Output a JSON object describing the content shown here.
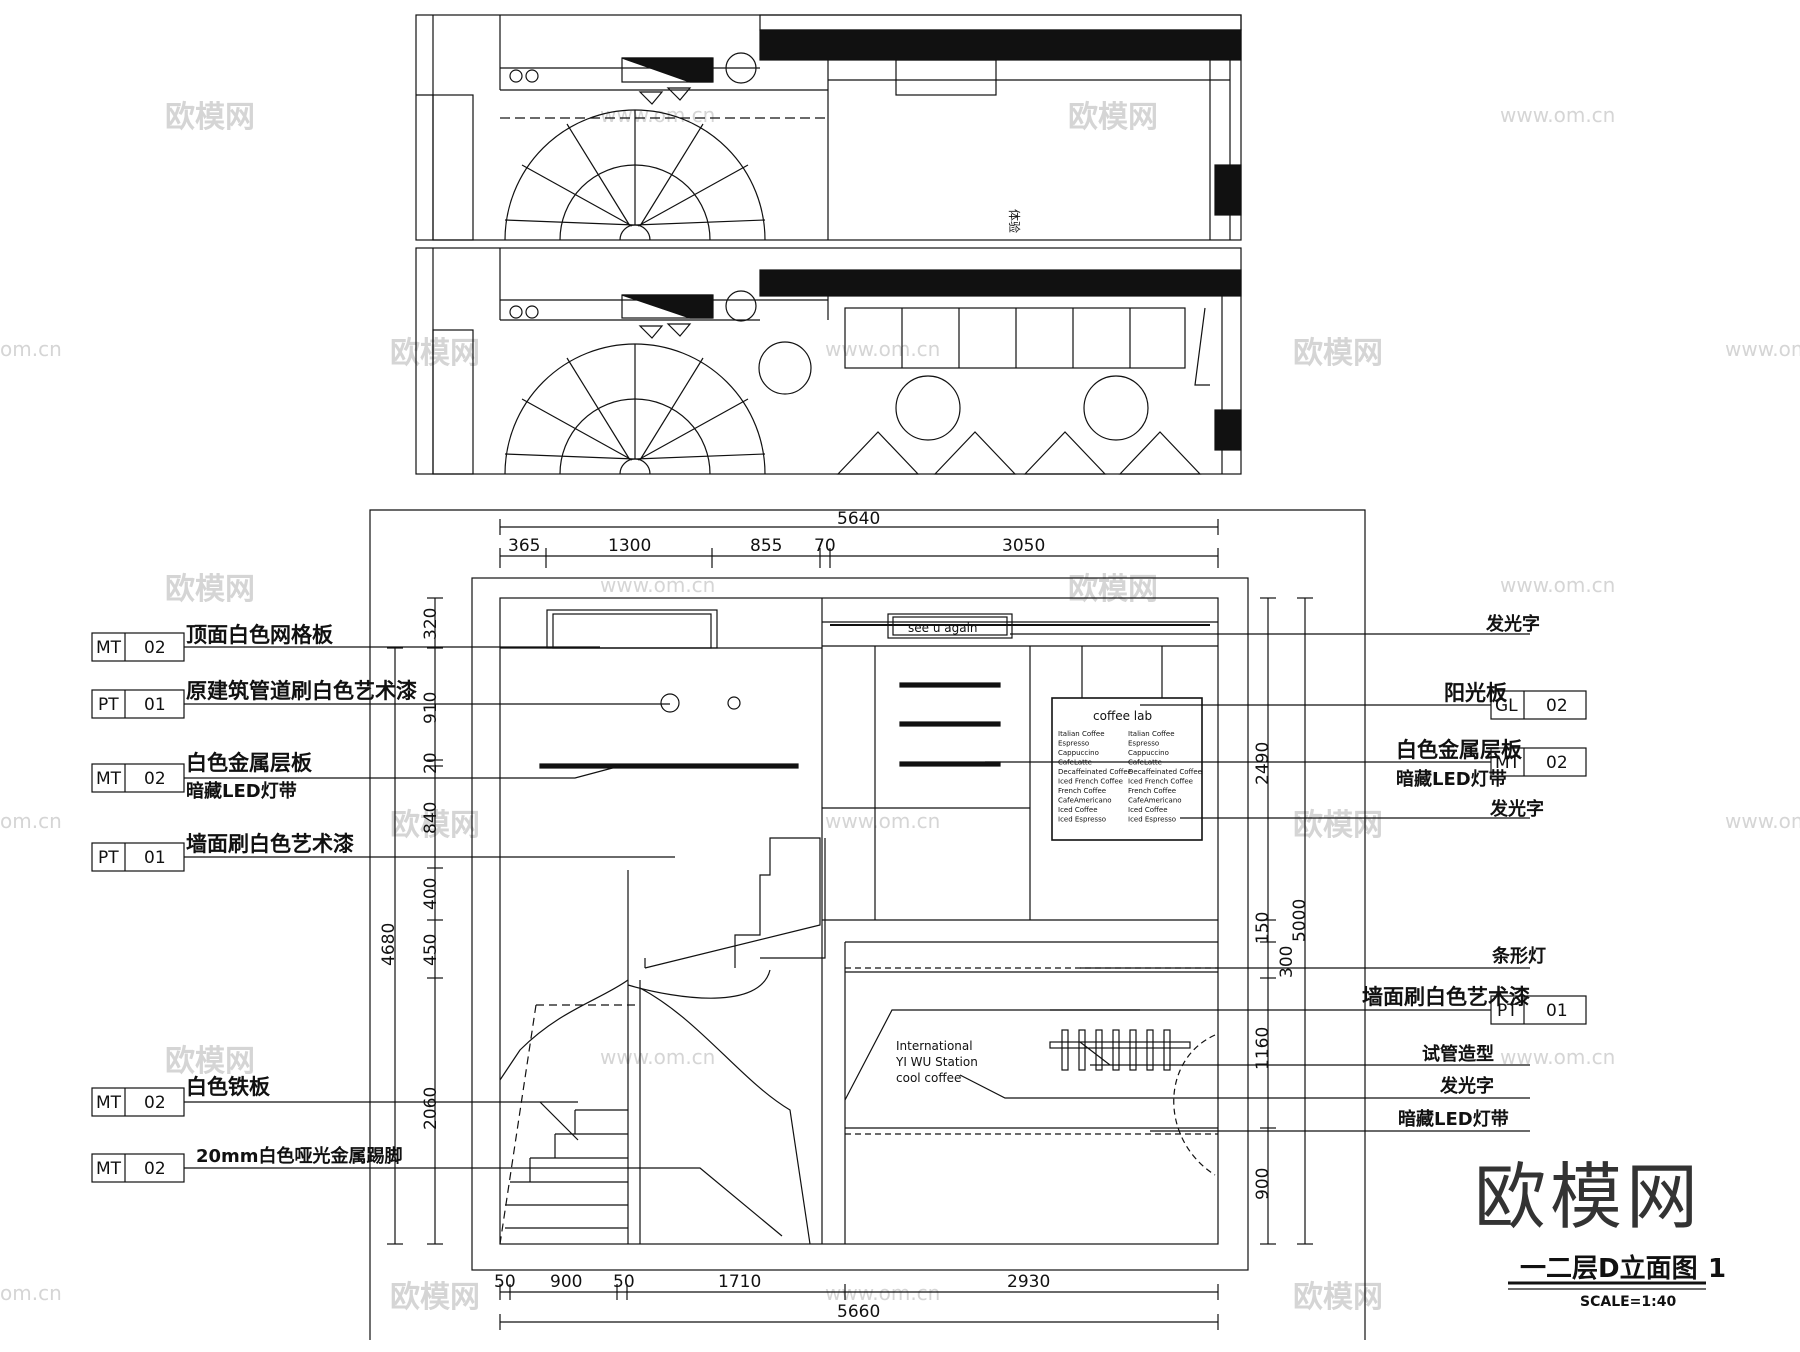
{
  "upper_plan": {
    "room_label": "体验"
  },
  "dimensions": {
    "top_total": "5640",
    "top_segments": [
      "365",
      "1300",
      "855",
      "70",
      "3050"
    ],
    "bottom_segments": [
      "50",
      "900",
      "50",
      "1710",
      "2930"
    ],
    "bottom_total": "5660",
    "left_segments": [
      "320",
      "910",
      "20",
      "840",
      "400",
      "450",
      "2060"
    ],
    "left_total": "4680",
    "right_segments": [
      "2490",
      "150",
      "300",
      "1160",
      "900"
    ],
    "right_total": "5000"
  },
  "labels_left": [
    {
      "text": "顶面白色网格板",
      "code": "MT",
      "num": "02"
    },
    {
      "text": "原建筑管道刷白色艺术漆",
      "code": "PT",
      "num": "01"
    },
    {
      "text": "白色金属层板",
      "sub": "暗藏LED灯带",
      "code": "MT",
      "num": "02"
    },
    {
      "text": "墙面刷白色艺术漆",
      "code": "PT",
      "num": "01"
    },
    {
      "text": "白色铁板",
      "code": "MT",
      "num": "02"
    },
    {
      "text": "20mm白色哑光金属踢脚",
      "code": "MT",
      "num": "02"
    }
  ],
  "labels_right": [
    {
      "text": "发光字"
    },
    {
      "text": "阳光板",
      "code": "GL",
      "num": "02"
    },
    {
      "text": "白色金属层板",
      "sub": "暗藏LED灯带",
      "code": "MT",
      "num": "02"
    },
    {
      "text": "发光字"
    },
    {
      "text": "条形灯"
    },
    {
      "text": "墙面刷白色艺术漆",
      "code": "PT",
      "num": "01"
    },
    {
      "text": "试管造型"
    },
    {
      "text": "发光字"
    },
    {
      "text": "暗藏LED灯带"
    }
  ],
  "signage": {
    "see_again": "see u again",
    "menu_title": "coffee lab",
    "menu_items": [
      "Italian Coffee",
      "Espresso",
      "Cappuccino",
      "CafeLatte",
      "Decaffeinated Coffee",
      "Iced French Coffee",
      "French Coffee",
      "CafeAmericano",
      "Iced Coffee",
      "Iced Espresso"
    ],
    "wall_sign": [
      "International",
      "YI WU Station",
      "cool coffee"
    ]
  },
  "title_block": {
    "title": "一二层D立面图",
    "suffix": "1",
    "scale": "SCALE=1:40"
  },
  "watermarks": {
    "brand": "欧模网",
    "url": "www.om.cn",
    "url_fragment": "om.cn"
  }
}
